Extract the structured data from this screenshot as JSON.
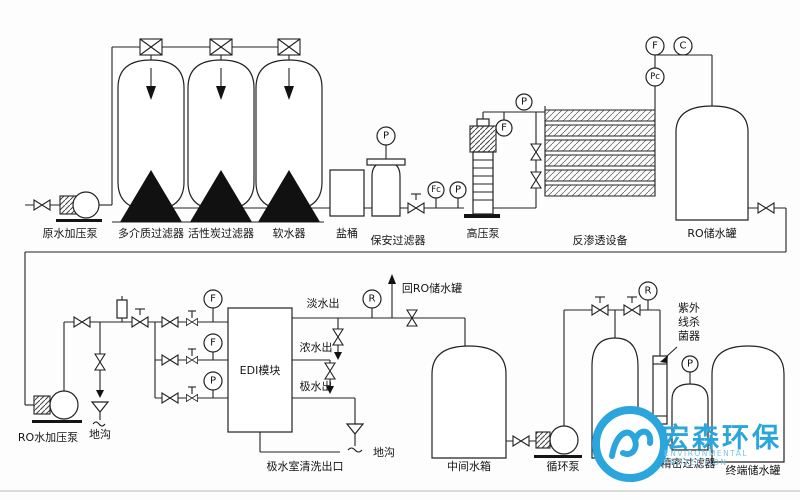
{
  "labels": {
    "raw_water_pump": "原水加压泵",
    "multimedia_filter": "多介质过滤器",
    "carbon_filter": "活性炭过滤器",
    "softener": "软水器",
    "salt_tank": "盐桶",
    "cartridge_filter": "保安过滤器",
    "hp_pump": "高压泵",
    "ro_unit": "反渗透设备",
    "ro_tank": "RO储水罐",
    "ro_booster_pump": "RO水加压泵",
    "drain_left": "地沟",
    "edi_module": "EDI模块",
    "fresh_water_out": "淡水出",
    "concentrate_out": "浓水出",
    "electrode_water_out": "极水出",
    "return_ro_tank": "回RO储水罐",
    "drain_right": "地沟",
    "electrode_chamber_outlet": "极水室清洗出口",
    "intermediate_tank": "中间水箱",
    "circulation_pump": "循环泵",
    "uv_sterilizer": "紫外线杀菌器",
    "precision_filter": "精密过滤器",
    "terminal_tank": "终端储水罐"
  },
  "instruments": {
    "p": "P",
    "f": "F",
    "c": "C",
    "r": "R",
    "pc": "Pc",
    "fc": "Fc"
  },
  "watermark": {
    "brand": "宏森环保",
    "tagline": "ENVIRONMENTAL PROTECTION"
  }
}
